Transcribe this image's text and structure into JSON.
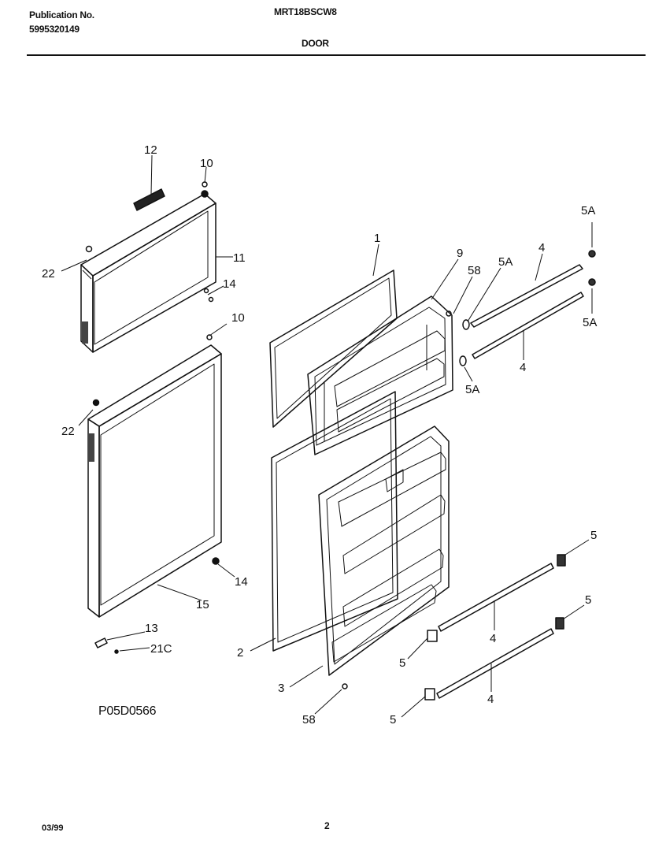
{
  "header": {
    "publication_label": "Publication No.",
    "publication_number": "5995320149",
    "model": "MRT18BSCW8",
    "section": "DOOR"
  },
  "diagram": {
    "reference_code": "P05D0566",
    "callouts": {
      "c1": "1",
      "c2": "2",
      "c3": "3",
      "c4a": "4",
      "c4b": "4",
      "c4c": "4",
      "c4d": "4",
      "c5a": "5",
      "c5b": "5",
      "c5c": "5",
      "c5d": "5",
      "c5Aa": "5A",
      "c5Ab": "5A",
      "c5Ac": "5A",
      "c5Ad": "5A",
      "c9": "9",
      "c10a": "10",
      "c10b": "10",
      "c11": "11",
      "c12": "12",
      "c13": "13",
      "c14a": "14",
      "c14b": "14",
      "c15": "15",
      "c21C": "21C",
      "c22a": "22",
      "c22b": "22",
      "c58a": "58",
      "c58b": "58"
    }
  },
  "footer": {
    "date": "03/99",
    "page": "2"
  }
}
